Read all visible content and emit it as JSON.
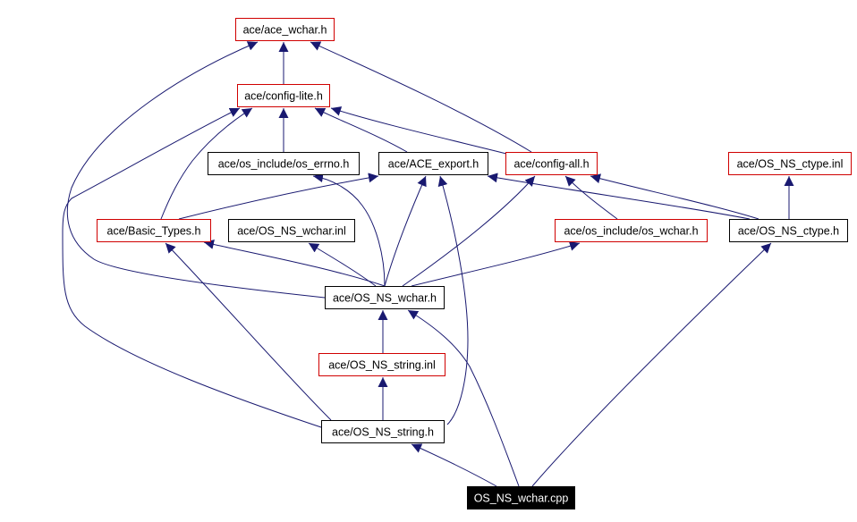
{
  "graph": {
    "nodes": [
      {
        "id": "ace_wchar",
        "label": "ace/ace_wchar.h",
        "style": "red"
      },
      {
        "id": "config_lite",
        "label": "ace/config-lite.h",
        "style": "red"
      },
      {
        "id": "os_errno",
        "label": "ace/os_include/os_errno.h",
        "style": "black"
      },
      {
        "id": "ace_export",
        "label": "ace/ACE_export.h",
        "style": "black"
      },
      {
        "id": "config_all",
        "label": "ace/config-all.h",
        "style": "red"
      },
      {
        "id": "ctype_inl",
        "label": "ace/OS_NS_ctype.inl",
        "style": "red"
      },
      {
        "id": "basic_types",
        "label": "ace/Basic_Types.h",
        "style": "red"
      },
      {
        "id": "wchar_inl",
        "label": "ace/OS_NS_wchar.inl",
        "style": "black"
      },
      {
        "id": "os_wchar",
        "label": "ace/os_include/os_wchar.h",
        "style": "red"
      },
      {
        "id": "ctype_h",
        "label": "ace/OS_NS_ctype.h",
        "style": "black"
      },
      {
        "id": "wchar_h",
        "label": "ace/OS_NS_wchar.h",
        "style": "black"
      },
      {
        "id": "string_inl",
        "label": "ace/OS_NS_string.inl",
        "style": "red"
      },
      {
        "id": "string_h",
        "label": "ace/OS_NS_string.h",
        "style": "black"
      },
      {
        "id": "wchar_cpp",
        "label": "OS_NS_wchar.cpp",
        "style": "filled"
      }
    ],
    "edges": [
      {
        "from": "config_lite",
        "to": "ace_wchar"
      },
      {
        "from": "config_all",
        "to": "ace_wchar"
      },
      {
        "from": "wchar_h",
        "to": "ace_wchar"
      },
      {
        "from": "os_errno",
        "to": "config_lite"
      },
      {
        "from": "ace_export",
        "to": "config_lite"
      },
      {
        "from": "config_all",
        "to": "config_lite"
      },
      {
        "from": "basic_types",
        "to": "config_lite"
      },
      {
        "from": "string_h",
        "to": "config_lite"
      },
      {
        "from": "wchar_h",
        "to": "os_errno"
      },
      {
        "from": "basic_types",
        "to": "ace_export"
      },
      {
        "from": "wchar_h",
        "to": "ace_export"
      },
      {
        "from": "string_h",
        "to": "ace_export"
      },
      {
        "from": "ctype_h",
        "to": "ace_export"
      },
      {
        "from": "wchar_h",
        "to": "config_all"
      },
      {
        "from": "os_wchar",
        "to": "config_all"
      },
      {
        "from": "ctype_h",
        "to": "config_all"
      },
      {
        "from": "ctype_h",
        "to": "ctype_inl"
      },
      {
        "from": "wchar_h",
        "to": "basic_types"
      },
      {
        "from": "string_h",
        "to": "basic_types"
      },
      {
        "from": "wchar_h",
        "to": "wchar_inl"
      },
      {
        "from": "wchar_h",
        "to": "os_wchar"
      },
      {
        "from": "string_inl",
        "to": "wchar_h"
      },
      {
        "from": "wchar_cpp",
        "to": "wchar_h"
      },
      {
        "from": "string_h",
        "to": "string_inl"
      },
      {
        "from": "wchar_cpp",
        "to": "string_h"
      },
      {
        "from": "wchar_cpp",
        "to": "ctype_h"
      }
    ]
  },
  "colors": {
    "red_border": "#d00000",
    "black_border": "#000000",
    "edge": "#191970",
    "filled_bg": "#000000",
    "filled_text": "#ffffff"
  }
}
